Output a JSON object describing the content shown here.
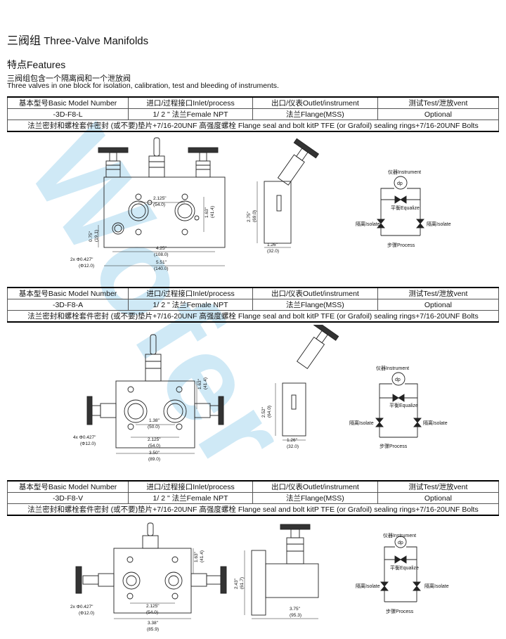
{
  "watermark": "Wofer",
  "header": {
    "title_cn": "三阀组",
    "title_en": "Three-Valve Manifolds"
  },
  "features": {
    "title": "特点Features",
    "line_cn": "三阀组包含一个隔离阀和一个泄放阀",
    "line_en": "Three  valves in one block for isolation, calibration, test and bleeding of instruments."
  },
  "columns": {
    "model": "基本型号Basic Model Number",
    "inlet": "进口/过程接口Inlet/process",
    "outlet": "出口/仪表Outlet/instrument",
    "vent": "测试Test/泄放vent"
  },
  "products": [
    {
      "model": "-3D-F8-L",
      "inlet": "1/ 2 \" 法兰Female NPT",
      "outlet": "法兰Flange(MSS)",
      "vent": "Optional",
      "flange_note": "法兰密封和螺栓套件密封 (或不要)垫片+7/16-20UNF 高强度螺栓  Flange seal and bolt kitP TFE (or Grafoil) sealing rings+7/16-20UNF Bolts"
    },
    {
      "model": "-3D-F8-A",
      "inlet": "1/ 2 \" 法兰Female NPT",
      "outlet": "法兰Flange(MSS)",
      "vent": "Optional",
      "flange_note": "法兰密封和螺栓套件密封 (或不要)垫片+7/16-20UNF 高强度螺栓  Flange seal and bolt kitP TFE (or Grafoil) sealing rings+7/16-20UNF Bolts"
    },
    {
      "model": "-3D-F8-V",
      "inlet": "1/ 2 \" 法兰Female NPT",
      "outlet": "法兰Flange(MSS)",
      "vent": "Optional",
      "flange_note": "法兰密封和螺栓套件密封 (或不要)垫片+7/16-20UNF 高强度螺栓  Flange seal and bolt kitP TFE (or Grafoil) sealing rings+7/16-20UNF Bolts"
    }
  ],
  "schematic": {
    "instrument": "仪器Instrument",
    "equalize": "平衡Equalize",
    "isolate": "隔离Isolate",
    "process": "步骤Process",
    "dp": "dp"
  },
  "drawings": {
    "L": {
      "d1": "2.125\"",
      "d1m": "(54.0)",
      "d2": "4.25\"",
      "d2m": "(108.0)",
      "d3": "5.51\"",
      "d3m": "(140.0)",
      "d4": "1.63\"",
      "d4m": "(41.4)",
      "d5": "0.75\"",
      "d5m": "(19.1)",
      "d6": "2.75\"",
      "d6m": "(69.0)",
      "d7": "1.26\"",
      "d7m": "(32.0)",
      "hole": "2x  Φ0.427\"",
      "holem": "(Φ12.0)"
    },
    "A": {
      "d1": "1.38\"",
      "d1m": "(50.0)",
      "d2": "2.125\"",
      "d2m": "(54.0)",
      "d3": "3.50\"",
      "d3m": "(89.0)",
      "d4": "1.63\"",
      "d4m": "(41.4)",
      "d6": "2.52\"",
      "d6m": "(64.0)",
      "d7": "1.26\"",
      "d7m": "(32.0)",
      "hole": "4x  Φ0.427\"",
      "holem": "(Φ12.0)"
    },
    "V": {
      "d1": "2.125\"",
      "d1m": "(54.0)",
      "d2": "3.38\"",
      "d2m": "(85.9)",
      "d4": "1.63\"",
      "d4m": "(41.4)",
      "d6": "2.43\"",
      "d6m": "(61.7)",
      "d7": "3.75\"",
      "d7m": "(95.3)",
      "hole": "2x  Φ0.427\"",
      "holem": "(Φ12.0)"
    }
  }
}
